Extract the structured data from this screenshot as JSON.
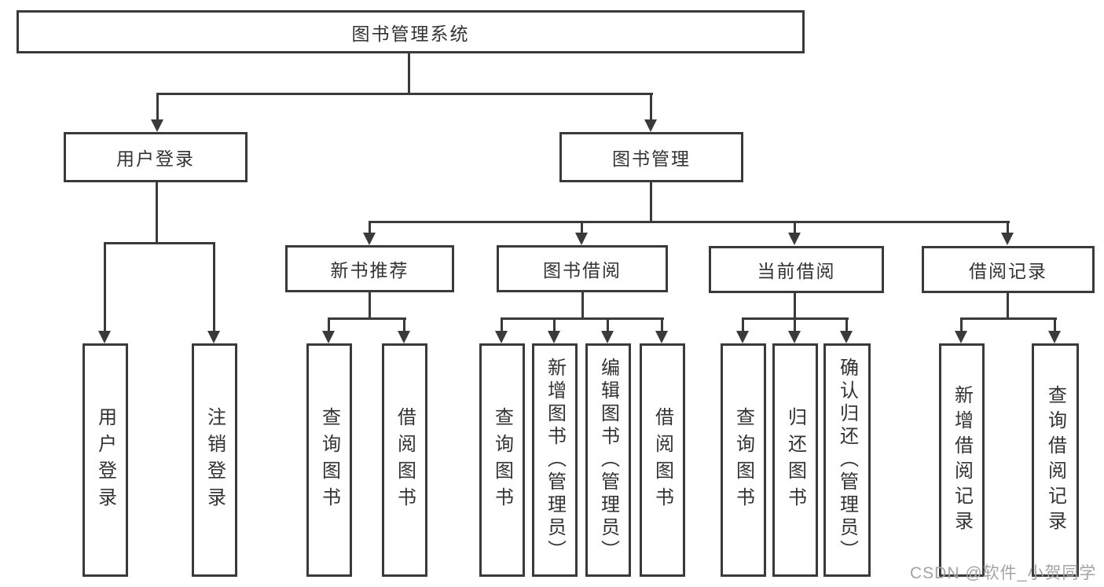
{
  "diagram": {
    "title": "图书管理系统",
    "root": {
      "label": "图书管理系统"
    },
    "level2": [
      {
        "label": "用户登录"
      },
      {
        "label": "图书管理"
      }
    ],
    "level3": [
      {
        "label": "新书推荐"
      },
      {
        "label": "图书借阅"
      },
      {
        "label": "当前借阅"
      },
      {
        "label": "借阅记录"
      }
    ],
    "leaves": [
      {
        "label": "用户登录",
        "parent": "用户登录"
      },
      {
        "label": "注销登录",
        "parent": "用户登录"
      },
      {
        "label": "查询图书",
        "parent": "新书推荐"
      },
      {
        "label": "借阅图书",
        "parent": "新书推荐"
      },
      {
        "label": "查询图书",
        "parent": "图书借阅"
      },
      {
        "label": "新增图书（管理员）",
        "parent": "图书借阅"
      },
      {
        "label": "编辑图书（管理员）",
        "parent": "图书借阅"
      },
      {
        "label": "借阅图书",
        "parent": "图书借阅"
      },
      {
        "label": "查询图书",
        "parent": "当前借阅"
      },
      {
        "label": "归还图书",
        "parent": "当前借阅"
      },
      {
        "label": "确认归还（管理员）",
        "parent": "当前借阅"
      },
      {
        "label": "新增借阅记录",
        "parent": "借阅记录"
      },
      {
        "label": "查询借阅记录",
        "parent": "借阅记录"
      }
    ]
  },
  "watermark": {
    "text": "CSDN @软件_小贺同学"
  },
  "colors": {
    "line": "#3a3a3a",
    "text": "#333333",
    "watermark": "#a3a3a3",
    "background": "#ffffff"
  }
}
